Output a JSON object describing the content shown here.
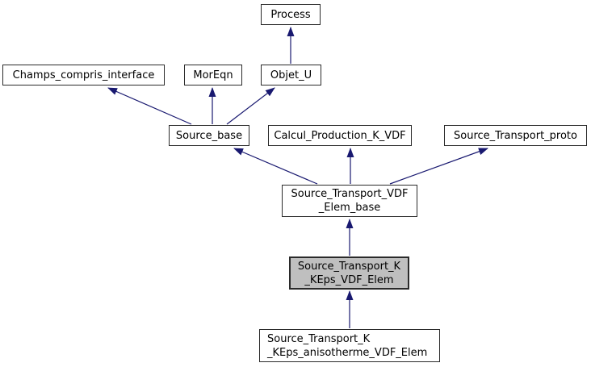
{
  "diagram": {
    "kind": "class-inheritance-graph",
    "colors": {
      "edge": "#191970",
      "node_border": "#2a2a2a",
      "node_fill": "#ffffff",
      "selected_fill": "#bfbfbf",
      "background": "#ffffff"
    },
    "nodes": [
      {
        "id": "Process",
        "lines": [
          "Process"
        ],
        "selected": false
      },
      {
        "id": "Champs_compris_interface",
        "lines": [
          "Champs_compris_interface"
        ],
        "selected": false
      },
      {
        "id": "MorEqn",
        "lines": [
          "MorEqn"
        ],
        "selected": false
      },
      {
        "id": "Objet_U",
        "lines": [
          "Objet_U"
        ],
        "selected": false
      },
      {
        "id": "Source_base",
        "lines": [
          "Source_base"
        ],
        "selected": false
      },
      {
        "id": "Calcul_Production_K_VDF",
        "lines": [
          "Calcul_Production_K_VDF"
        ],
        "selected": false
      },
      {
        "id": "Source_Transport_proto",
        "lines": [
          "Source_Transport_proto"
        ],
        "selected": false
      },
      {
        "id": "Source_Transport_VDF_Elem_base",
        "lines": [
          "Source_Transport_VDF",
          "_Elem_base"
        ],
        "selected": false
      },
      {
        "id": "Source_Transport_K_KEps_VDF_Elem",
        "lines": [
          "Source_Transport_K",
          "_KEps_VDF_Elem"
        ],
        "selected": true
      },
      {
        "id": "Source_Transport_K_KEps_anisotherme_VDF_Elem",
        "lines": [
          "Source_Transport_K",
          "_KEps_anisotherme_VDF_Elem"
        ],
        "selected": false
      }
    ],
    "edges": [
      {
        "from": "Objet_U",
        "to": "Process"
      },
      {
        "from": "Source_base",
        "to": "Champs_compris_interface"
      },
      {
        "from": "Source_base",
        "to": "MorEqn"
      },
      {
        "from": "Source_base",
        "to": "Objet_U"
      },
      {
        "from": "Source_Transport_VDF_Elem_base",
        "to": "Source_base"
      },
      {
        "from": "Source_Transport_VDF_Elem_base",
        "to": "Calcul_Production_K_VDF"
      },
      {
        "from": "Source_Transport_VDF_Elem_base",
        "to": "Source_Transport_proto"
      },
      {
        "from": "Source_Transport_K_KEps_VDF_Elem",
        "to": "Source_Transport_VDF_Elem_base"
      },
      {
        "from": "Source_Transport_K_KEps_anisotherme_VDF_Elem",
        "to": "Source_Transport_K_KEps_VDF_Elem"
      }
    ]
  }
}
